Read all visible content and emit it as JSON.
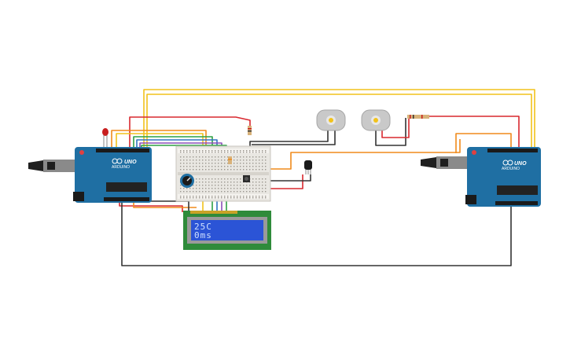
{
  "lcd": {
    "line1": "25C",
    "line2": "0ms"
  },
  "arduino_left": {
    "model": "UNO",
    "brand": "ARDUINO"
  },
  "arduino_right": {
    "model": "UNO",
    "brand": "ARDUINO"
  },
  "colors": {
    "board": "#1f6fa3",
    "breadboard": "#e9e7e2",
    "lcd_screen": "#2b54d6",
    "lcd_pcb": "#2f8b3a",
    "wire_yellow": "#f2c21b",
    "wire_red": "#d9282f",
    "wire_orange": "#f08a1c",
    "wire_black": "#333333",
    "wire_green": "#2ea043",
    "wire_blue": "#2f74c0",
    "wire_purple": "#8a4fb8"
  },
  "icons": [
    "usb-connector-icon",
    "power-jack-icon",
    "motor-icon",
    "potentiometer-icon",
    "temperature-sensor-icon",
    "led-icon",
    "resistor-icon"
  ]
}
